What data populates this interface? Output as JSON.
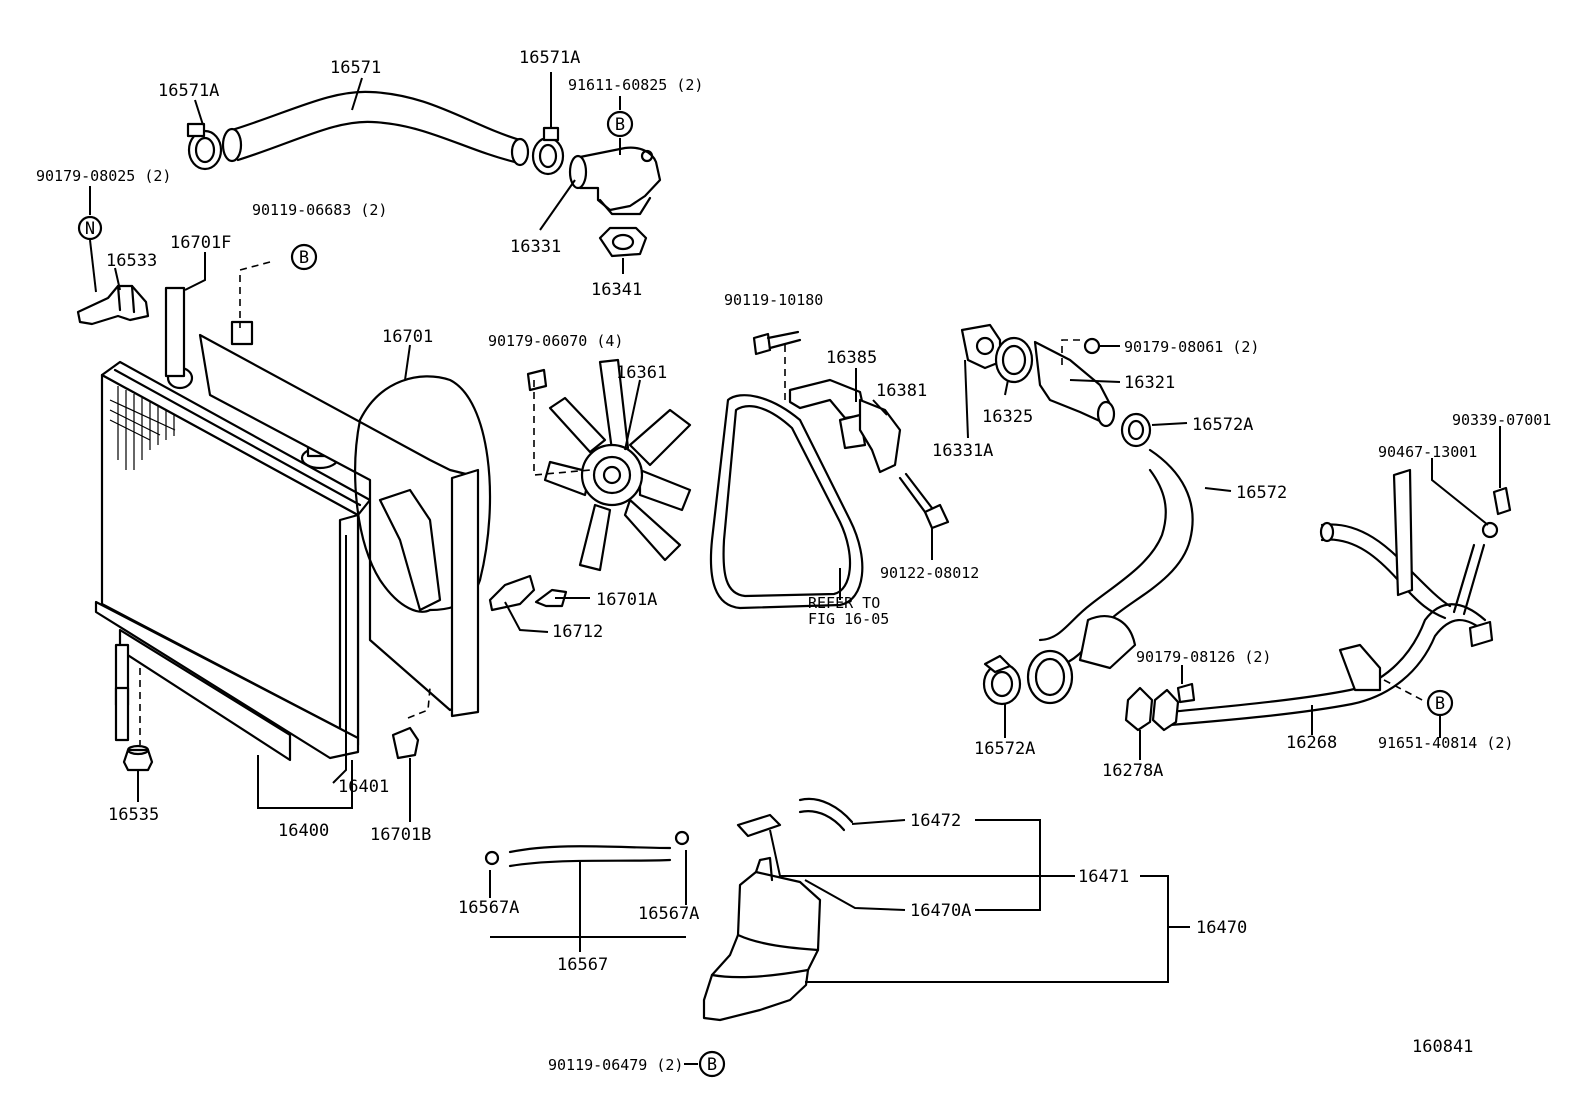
{
  "figure_id": "160841",
  "circle_markers": {
    "b": "B",
    "n": "N"
  },
  "reference_note": {
    "line1": "REFER TO",
    "line2": "FIG 16-05"
  },
  "labels": {
    "p16571": "16571",
    "p16571a_left": "16571A",
    "p16571a_right": "16571A",
    "p91611_60825": "91611-60825 (2)",
    "p90179_08025": "90179-08025 (2)",
    "p90119_06683": "90119-06683 (2)",
    "p16331": "16331",
    "p16341": "16341",
    "p16533": "16533",
    "p16701f": "16701F",
    "p16701": "16701",
    "p90179_06070": "90179-06070 (4)",
    "p16361": "16361",
    "p90119_10180": "90119-10180",
    "p16385": "16385",
    "p16381": "16381",
    "p90122_08012": "90122-08012",
    "p90179_08061": "90179-08061 (2)",
    "p16321": "16321",
    "p16325": "16325",
    "p16331a": "16331A",
    "p16572a_top": "16572A",
    "p16572": "16572",
    "p90339_07001": "90339-07001",
    "p90467_13001": "90467-13001",
    "p16701a": "16701A",
    "p16712": "16712",
    "p16401": "16401",
    "p16400": "16400",
    "p16535": "16535",
    "p16701b": "16701B",
    "p16572a_bottom": "16572A",
    "p90179_08126": "90179-08126 (2)",
    "p16278a": "16278A",
    "p16268": "16268",
    "p91651_40814": "91651-40814 (2)",
    "p16472": "16472",
    "p16471": "16471",
    "p16470a": "16470A",
    "p16470": "16470",
    "p16567a_left": "16567A",
    "p16567a_right": "16567A",
    "p16567": "16567",
    "p90119_06479": "90119-06479 (2)"
  }
}
